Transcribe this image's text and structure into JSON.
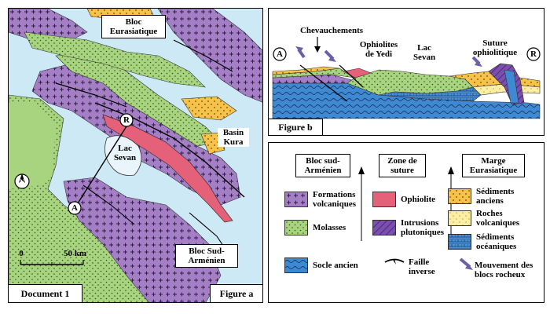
{
  "document_label": "Document 1",
  "figure_a": {
    "label": "Figure a",
    "labels": {
      "bloc_eurasiatique": [
        "Bloc",
        "Eurasiatique"
      ],
      "basin_kura": [
        "Basin",
        "Kura"
      ],
      "lac_sevan": [
        "Lac",
        "Sevan"
      ],
      "bloc_sud_armenien": [
        "Bloc Sud-",
        "Arménien"
      ]
    },
    "point_r": "R",
    "point_a": "A",
    "scale_zero": "0",
    "scale_km": "50 km",
    "north": "N"
  },
  "figure_b": {
    "label": "Figure b",
    "labels": {
      "chevauchements": "Chevauchements",
      "ophiolites": [
        "Ophiolites",
        "de Yedi"
      ],
      "lac_sevan": [
        "Lac",
        "Sevan"
      ],
      "suture": [
        "Suture",
        "ophiolitique"
      ]
    },
    "end_left": "A",
    "end_right": "R"
  },
  "legend": {
    "headers": {
      "bloc": [
        "Bloc sud-",
        "Arménien"
      ],
      "zone": [
        "Zone de",
        "suture"
      ],
      "marge": [
        "Marge",
        "Eurasiatique"
      ]
    },
    "items": {
      "formations_volcaniques": [
        "Formations",
        "volcaniques"
      ],
      "molasses": "Molasses",
      "socle_ancien": "Socle ancien",
      "ophiolite": "Ophiolite",
      "intrusions": [
        "Intrusions",
        "plutoniques"
      ],
      "sediments_anciens": [
        "Sédiments",
        "anciens"
      ],
      "roches_volcaniques": [
        "Roches",
        "volcaniques"
      ],
      "sediments_oceaniques": [
        "Sédiments",
        "océaniques"
      ],
      "faille_inverse": [
        "Faille",
        "inverse"
      ],
      "mouvement_blocs": [
        "Mouvement des",
        "blocs rocheux"
      ]
    }
  },
  "colors": {
    "water": "#cde9f6",
    "volcanic": "#a57fc6",
    "molasse": "#a9d47f",
    "ophiolite": "#e5617a",
    "sediments_anciens": "#f7c24a",
    "roches_volcaniques": "#fdeea4",
    "sediments_oceaniques": "#4a8fd6",
    "socle": "#3f89d3",
    "intrusion": "#7b4fae"
  }
}
